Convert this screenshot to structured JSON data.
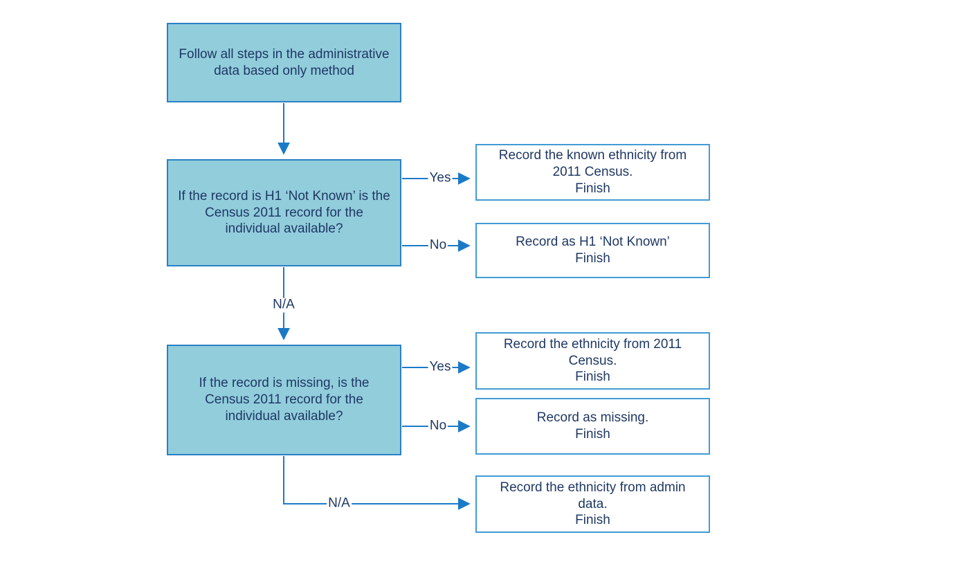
{
  "diagram": {
    "type": "flowchart",
    "colors": {
      "node_fill": "#92CDDC",
      "node_border": "#2980C4",
      "outcome_fill": "#FFFFFF",
      "outcome_border": "#419BD5",
      "connector": "#1B7AC7",
      "text": "#1F3864",
      "background": "#FFFFFF"
    },
    "nodes": {
      "start": "Follow all steps in the administrative data based only method",
      "decision1": "If the record is H1 ‘Not Known’ is the Census 2011 record for the individual available?",
      "decision2": "If the record is missing, is the Census 2011 record for the individual available?",
      "outcome_known_ethnicity": "Record the known ethnicity from 2011 Census.\nFinish",
      "outcome_not_known": "Record as H1 ‘Not Known’\nFinish",
      "outcome_census_ethnicity": "Record the ethnicity from 2011 Census.\nFinish",
      "outcome_missing": "Record as missing.\nFinish",
      "outcome_admin_data": "Record the ethnicity from admin data.\nFinish"
    },
    "edge_labels": {
      "d1_yes": "Yes",
      "d1_no": "No",
      "d1_na": "N/A",
      "d2_yes": "Yes",
      "d2_no": "No",
      "d2_na": "N/A"
    }
  }
}
